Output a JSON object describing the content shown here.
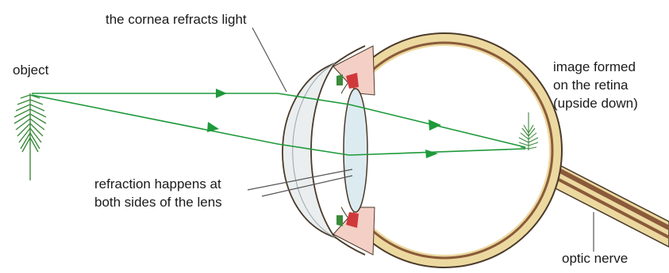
{
  "labels": {
    "cornea": "the cornea refracts light",
    "object": "object",
    "image_line1": "image formed",
    "image_line2": "on the retina",
    "image_line3": "(upside down)",
    "refraction_line1": "refraction happens at",
    "refraction_line2": "both sides of the lens",
    "optic_nerve": "optic nerve"
  },
  "colors": {
    "ray": "#1e9a3a",
    "sclera_fill": "#ecd9a0",
    "outline": "#4a3a2a",
    "choroid": "#8a5a3a",
    "iris_fill": "#f4cfc6",
    "iris_red": "#d0393b",
    "lens_fill": "#dcebf0",
    "cornea_fill": "#eaeeef",
    "plant": "#3c8a3c"
  },
  "icons": [
    "tree-object-icon",
    "inverted-tree-image-icon",
    "ray-arrow-icon"
  ]
}
